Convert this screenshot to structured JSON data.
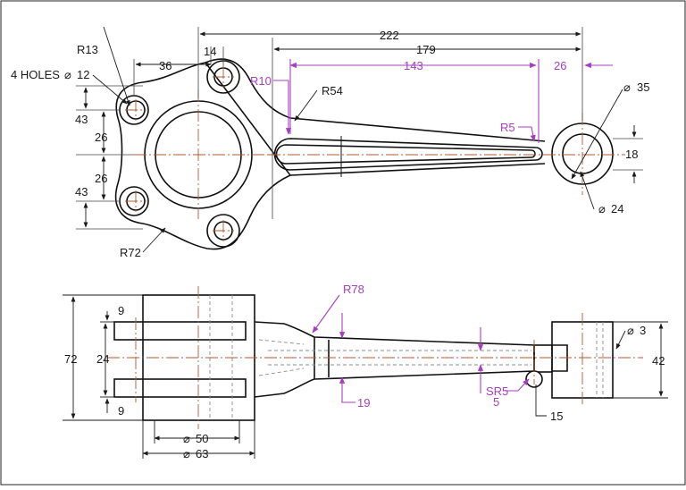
{
  "colors": {
    "outline": "#111111",
    "dimension_black": "#1a1a1a",
    "dimension_purple": "#a63fbf",
    "centerline": "#b05a30",
    "hidden": "#8c8c8c",
    "background": "#ffffff"
  },
  "top_view": {
    "labels": {
      "overall_length": "222",
      "center_distance": "179",
      "slot_length": "143",
      "right_offset": "26",
      "hole_offset": "14",
      "hole_spacing_x": "36",
      "small_radius": "R13",
      "hole_callout": "4 HOLES",
      "hole_dia": "12",
      "slot_radius": "R10",
      "arm_radius": "R54",
      "slot_end_radius": "R5",
      "boss_dia": "35",
      "boss_thickness": "18",
      "pin_dia": "24",
      "upper_v_1": "43",
      "upper_v_2": "26",
      "lower_v_1": "26",
      "lower_v_2": "43",
      "flange_radius": "R72"
    }
  },
  "front_view": {
    "labels": {
      "top_flange": "9",
      "bottom_flange": "9",
      "height_total": "72",
      "gap": "24",
      "taper_radius": "R78",
      "neck_width": "19",
      "slot_step": "5",
      "sphere_radius": "SR5",
      "pin_boss_len": "15",
      "pin_dia": "3",
      "pin_boss_height": "42",
      "bore_dia": "50",
      "body_dia": "63"
    }
  }
}
